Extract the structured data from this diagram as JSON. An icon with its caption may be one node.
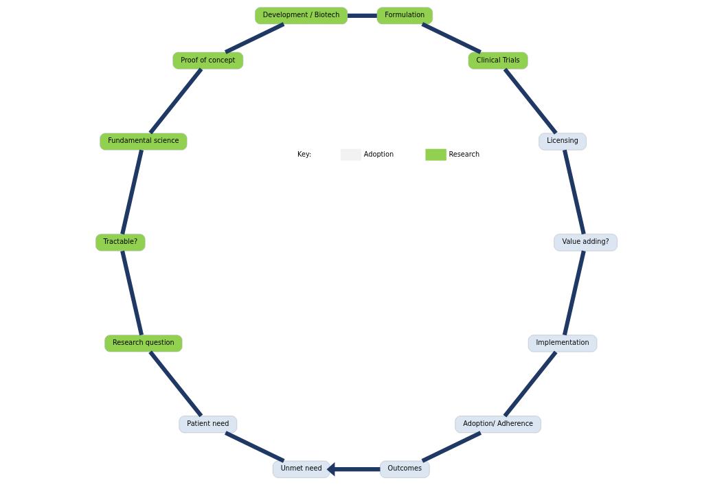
{
  "diagram": {
    "nodes": [
      {
        "text": [
          "Implementation"
        ]
      },
      {
        "text": [
          "Adoption/ Adherence"
        ]
      },
      {
        "text": [
          "Outcomes"
        ]
      },
      {
        "text": [
          "Unmet need"
        ]
      },
      {
        "text": [
          "Patient need"
        ]
      },
      {
        "text": [
          "Research question"
        ]
      },
      {
        "text": [
          "Tractable?"
        ]
      },
      {
        "text": [
          "Fundamental science"
        ]
      },
      {
        "text": [
          "Proof of concept"
        ]
      },
      {
        "text": [
          "Development / Biotech"
        ]
      },
      {
        "text": [
          "Formulation"
        ]
      },
      {
        "text": [
          "Clinical Trials"
        ]
      },
      {
        "text": [
          "Licensing"
        ]
      },
      {
        "text": [
          "Value adding?"
        ]
      }
    ],
    "edges": [
      {
        "from": 0,
        "to": 1,
        "arrow": "none"
      },
      {
        "from": 1,
        "to": 2,
        "arrow": "none"
      },
      {
        "from": 2,
        "to": 3,
        "arrow": "to"
      },
      {
        "from": 3,
        "to": 4,
        "arrow": "none"
      },
      {
        "from": 4,
        "to": 5,
        "arrow": "none"
      },
      {
        "from": 5,
        "to": 6,
        "arrow": "none"
      },
      {
        "from": 6,
        "to": 7,
        "arrow": "none"
      },
      {
        "from": 7,
        "to": 8,
        "arrow": "none"
      },
      {
        "from": 8,
        "to": 9,
        "arrow": "none"
      },
      {
        "from": 9,
        "to": 10,
        "arrow": "none"
      },
      {
        "from": 10,
        "to": 11,
        "arrow": "none"
      },
      {
        "from": 11,
        "to": 12,
        "arrow": "none"
      },
      {
        "from": 12,
        "to": 13,
        "arrow": "none"
      },
      {
        "from": 13,
        "to": 0,
        "arrow": "none"
      }
    ],
    "labels": [
      "Key:"
    ],
    "legend": [
      {
        "text": "Adoption",
        "color": "#f2f2f2"
      },
      {
        "text": "Research",
        "color": "#92d050"
      }
    ]
  }
}
